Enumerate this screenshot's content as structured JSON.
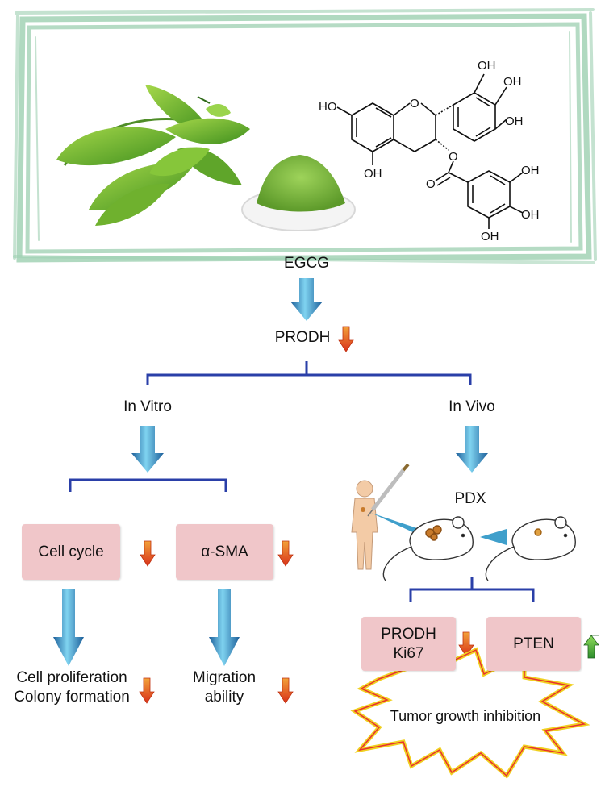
{
  "molecule": {
    "oh_b1": "OH",
    "oh_b2": "OH",
    "oh_b3": "OH",
    "oh_a7": "HO",
    "oh_a5": "OH",
    "ring_o": "O",
    "ester_o": "O",
    "carbonyl_o": "O",
    "oh_g1": "OH",
    "oh_g2": "OH",
    "oh_g3": "OH"
  },
  "flow": {
    "egcg": "EGCG",
    "prodh": "PRODH",
    "in_vitro": "In Vitro",
    "in_vivo": "In Vivo",
    "pdx": "PDX",
    "cell_cycle": "Cell cycle",
    "alpha_sma": "α-SMA",
    "outcome_left_1": "Cell proliferation",
    "outcome_left_2": "Colony formation",
    "outcome_mid_1": "Migration",
    "outcome_mid_2": "ability",
    "prodh_box_1": "PRODH",
    "prodh_box_2": "Ki67",
    "pten": "PTEN",
    "tumor": "Tumor growth inhibition"
  },
  "colors": {
    "frame": "#9ccfb0",
    "box": "#f0c6c9",
    "arrow_blue": "#3f9fcb",
    "arrow_down_red": "#e24a1c",
    "arrow_up_green": "#3aa83a",
    "bracket": "#2a3fa8",
    "burst_outline": "#f0d020",
    "burst_inner": "#e83030"
  },
  "icons": [
    "tea-leaves-image",
    "matcha-powder-image",
    "human-figure-icon",
    "syringe-icon",
    "mouse-icon"
  ]
}
